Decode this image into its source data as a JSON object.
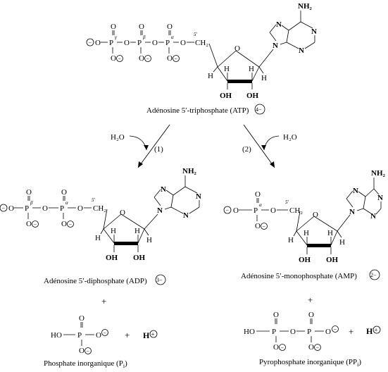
{
  "molecules": {
    "atp": {
      "caption": "Adénosine 5′-triphosphate (ATP",
      "charge": "4−"
    },
    "adp": {
      "caption": "Adénosine 5′-diphosphate (ADP",
      "charge": "3−"
    },
    "amp": {
      "caption": "Adénosine 5′-monophosphate (AMP",
      "charge": "2−"
    },
    "pi": {
      "caption": "Phosphate inorganique (P",
      "sub": "i",
      "close": ")"
    },
    "ppi": {
      "caption": "Pyrophosphate inorganique (PP",
      "sub": "i",
      "close": ")"
    }
  },
  "reactions": {
    "r1": {
      "label": "(1)",
      "reagent": "H₂O"
    },
    "r2": {
      "label": "(2)",
      "reagent": "H₂O"
    }
  },
  "symbols": {
    "plus": "+",
    "proton": "H",
    "proton_charge": "+"
  },
  "atoms": {
    "phosphorus": "P",
    "oxygen": "O",
    "hydrogen": "H",
    "carbon_ch2": "CH₂",
    "hydroxyl": "OH",
    "ho": "HO",
    "amine": "NH₂",
    "nitrogen": "N",
    "negative": "−",
    "alpha": "α",
    "beta": "β",
    "gamma": "γ",
    "five_prime": "5′"
  }
}
